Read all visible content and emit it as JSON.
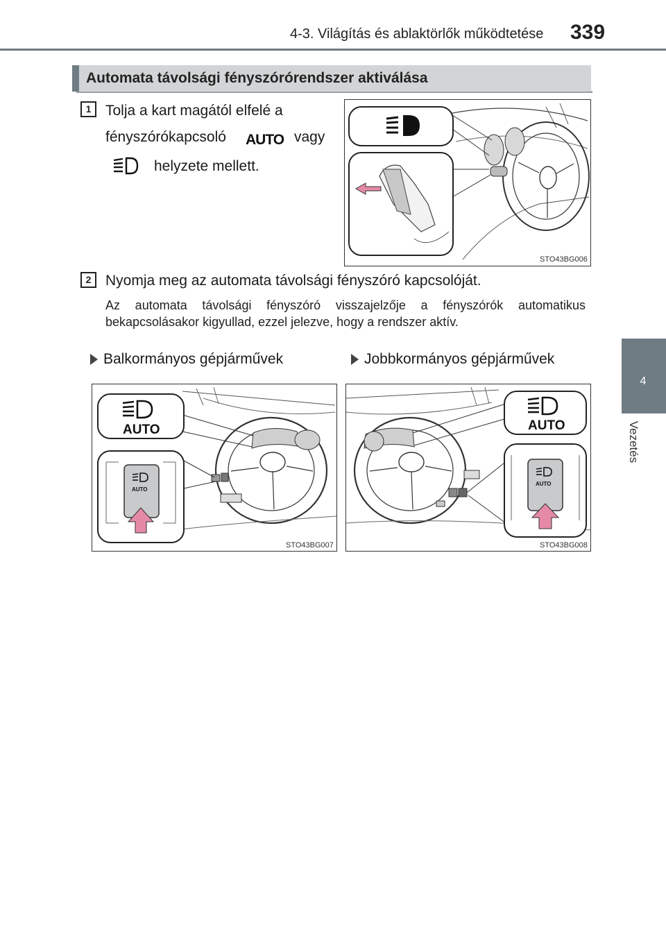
{
  "header": {
    "chapter_title": "4-3. Világítás és ablaktörlők működtetése",
    "page_number": "339"
  },
  "side_tab": {
    "number": "4",
    "label": "Vezetés"
  },
  "section": {
    "title": "Automata távolsági fényszórórendszer aktiválása"
  },
  "steps": [
    {
      "number": "1",
      "line1": "Tolja a kart magától elfelé a",
      "line2_before": "fényszórókapcsoló",
      "icon_text": "AUTO",
      "line2_after": "vagy",
      "line3": "helyzete mellett."
    },
    {
      "number": "2",
      "text": "Nyomja meg az automata távolsági fényszóró kapcsolóját."
    }
  ],
  "note": "Az automata távolsági fényszóró visszajelzője a fényszórók automatikus bekapcsolásakor kigyullad, ezzel jelezve, hogy a rendszer aktív.",
  "figures": {
    "fig1": {
      "code": "STO43BG006"
    },
    "fig2": {
      "code": "STO43BG007",
      "heading": "Balkormányos gépjárművek",
      "icon_text": "AUTO"
    },
    "fig3": {
      "code": "STO43BG008",
      "heading": "Jobbkormányos gépjárművek",
      "icon_text": "AUTO"
    }
  },
  "colors": {
    "accent_gray": "#6f7c84",
    "arrow_pink": "#e58aa6",
    "switch_gray": "#c8cacc"
  }
}
